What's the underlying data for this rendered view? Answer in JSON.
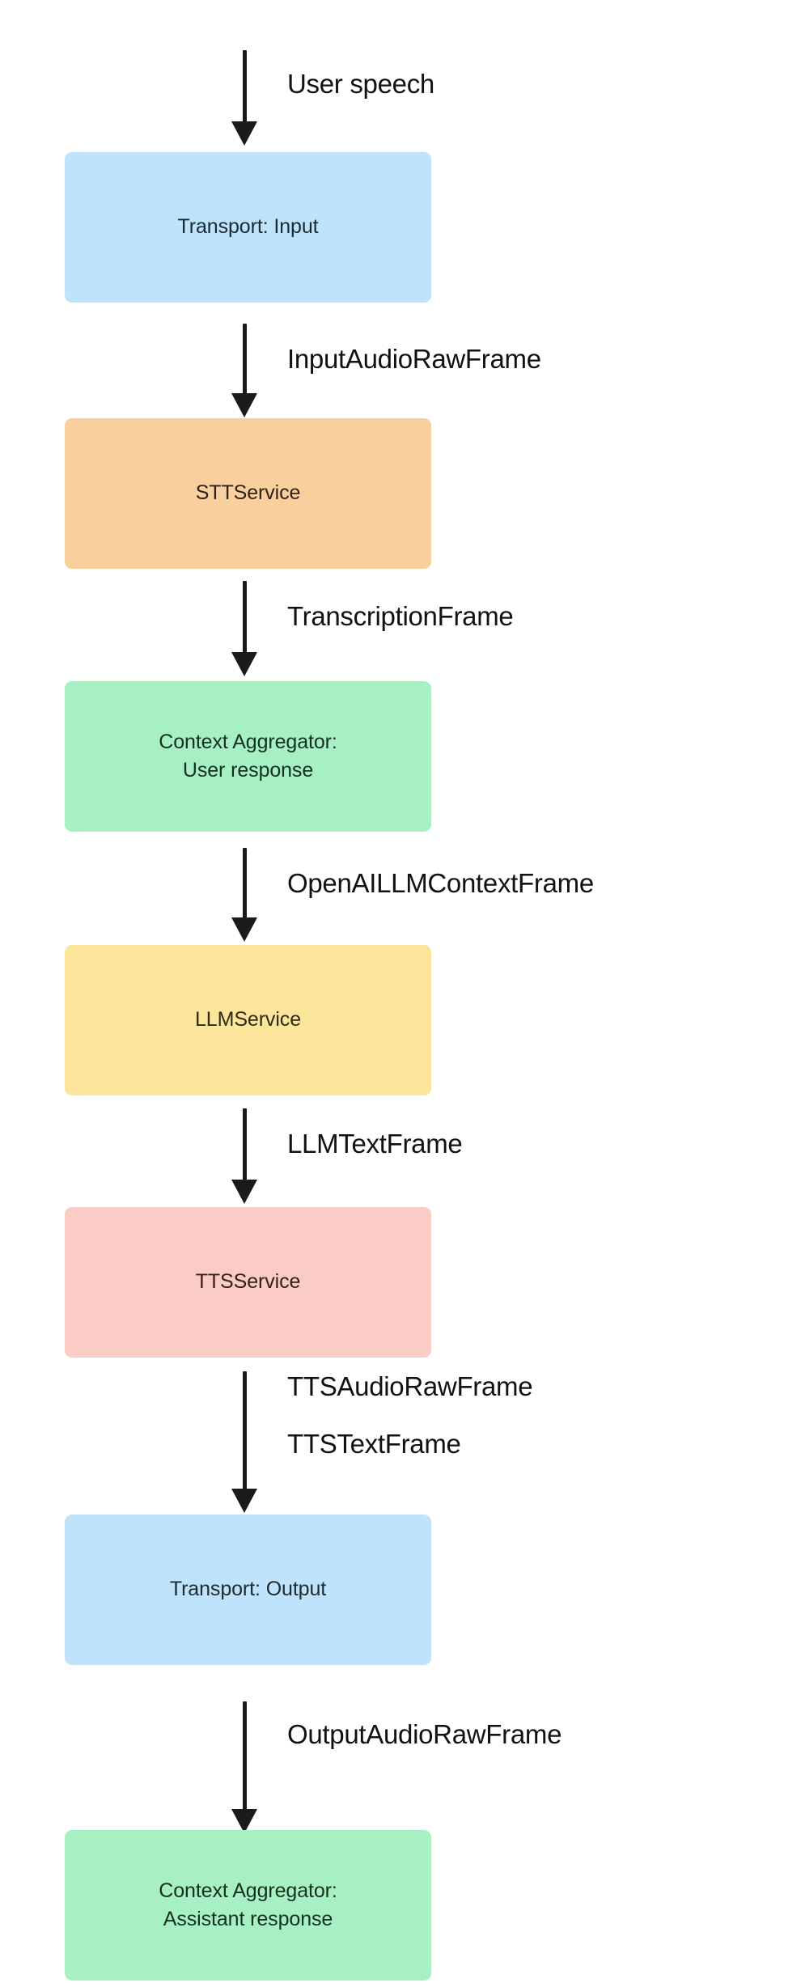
{
  "diagram": {
    "type": "flowchart",
    "direction": "top-to-bottom",
    "background": "#ffffff",
    "arrow_color": "#1b1b1b",
    "label_color": "#111111",
    "nodes": [
      {
        "id": "transport-input",
        "label": "Transport: Input",
        "color": "#bfe3fb",
        "shape": "rounded-rect"
      },
      {
        "id": "stt-service",
        "label": "STTService",
        "color": "#facf9e",
        "shape": "rounded-rect"
      },
      {
        "id": "context-user",
        "label": "Context Aggregator:\nUser response",
        "color": "#a7f0c3",
        "shape": "rounded-rect"
      },
      {
        "id": "llm-service",
        "label": "LLMService",
        "color": "#fce69c",
        "shape": "rounded-rect"
      },
      {
        "id": "tts-service",
        "label": "TTSService",
        "color": "#fbccc5",
        "shape": "rounded-rect"
      },
      {
        "id": "transport-output",
        "label": "Transport: Output",
        "color": "#bfe3fb",
        "shape": "rounded-rect"
      },
      {
        "id": "context-assistant",
        "label": "Context Aggregator:\nAssistant response",
        "color": "#a7f0c3",
        "shape": "rounded-rect"
      }
    ],
    "edges": [
      {
        "id": "e0",
        "from": "",
        "to": "transport-input",
        "label": "User speech"
      },
      {
        "id": "e1",
        "from": "transport-input",
        "to": "stt-service",
        "label": "InputAudioRawFrame"
      },
      {
        "id": "e2",
        "from": "stt-service",
        "to": "context-user",
        "label": "TranscriptionFrame"
      },
      {
        "id": "e3",
        "from": "context-user",
        "to": "llm-service",
        "label": "OpenAILLMContextFrame"
      },
      {
        "id": "e4",
        "from": "llm-service",
        "to": "tts-service",
        "label": "LLMTextFrame"
      },
      {
        "id": "e5",
        "from": "tts-service",
        "to": "transport-output",
        "label": "TTSAudioRawFrame",
        "label2": "TTSTextFrame"
      },
      {
        "id": "e6",
        "from": "transport-output",
        "to": "context-assistant",
        "label": "OutputAudioRawFrame"
      }
    ]
  }
}
